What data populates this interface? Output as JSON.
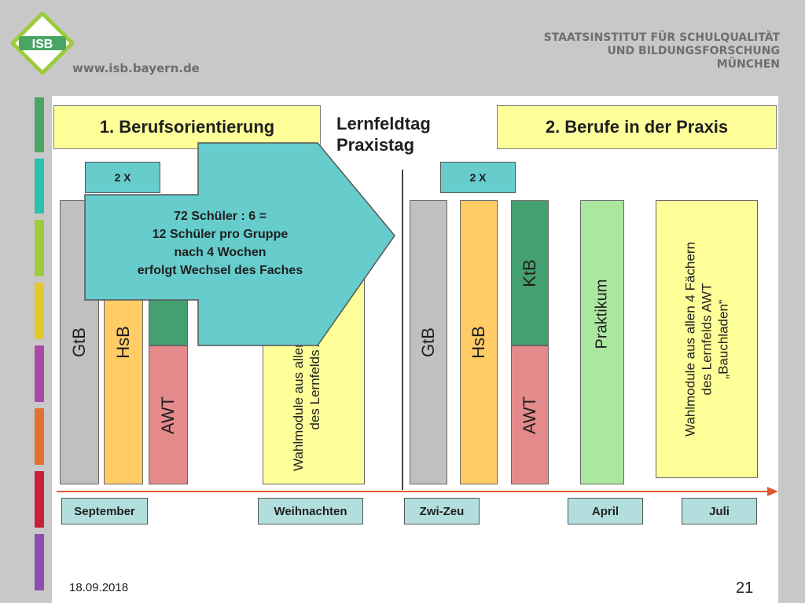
{
  "header": {
    "logo_text": "ISB",
    "url": "www.isb.bayern.de",
    "institute_lines": [
      "STAATSINSTITUT FÜR SCHULQUALITÄT",
      "UND BILDUNGSFORSCHUNG",
      "MÜNCHEN"
    ]
  },
  "colors": {
    "yellow_box": "#ffff99",
    "cyan": "#66cccc",
    "gray_bar": "#c0c0c0",
    "orange_bar": "#ffcc66",
    "green_bar": "#44a070",
    "red_bar": "#e48a8a",
    "light_green": "#ace7a0",
    "timeline_arrow": "#e2592f"
  },
  "side_strip_colors": [
    "#4aa564",
    "#2bbfb0",
    "#9ccc3c",
    "#e2c82e",
    "#a94aa6",
    "#e2702e",
    "#c81e3c",
    "#8a4fb0",
    "#2e6fc8"
  ],
  "diagram": {
    "phase1_title": "1.    Berufsorientierung",
    "phase2_title": "2.   Berufe in der Praxis",
    "middle_title_line1": "Lernfeldtag",
    "middle_title_line2": "Praxistag",
    "twice_left": "2 X",
    "twice_right": "2 X",
    "arrow_lines": [
      "72 Schüler : 6 =",
      "12 Schüler pro Gruppe",
      "nach 4 Wochen",
      "erfolgt Wechsel des Faches"
    ],
    "bars": {
      "gtb": "GtB",
      "hsb": "HsB",
      "awt": "AWT",
      "ktb": "KtB",
      "wahl_left_line1": "Wahlmodule aus allen 4 Fächern",
      "wahl_left_line2": "des Lernfelds AWT",
      "praktikum": "Praktikum",
      "wahl_right_line1": "Wahlmodule aus allen 4 Fächern",
      "wahl_right_line2": "des Lernfelds AWT",
      "wahl_right_line3": "„Bauchladen“"
    },
    "months": [
      "September",
      "Weihnachten",
      "Zwi-Zeu",
      "April",
      "Juli"
    ]
  },
  "footer": {
    "date": "18.09.2018",
    "page": "21"
  }
}
